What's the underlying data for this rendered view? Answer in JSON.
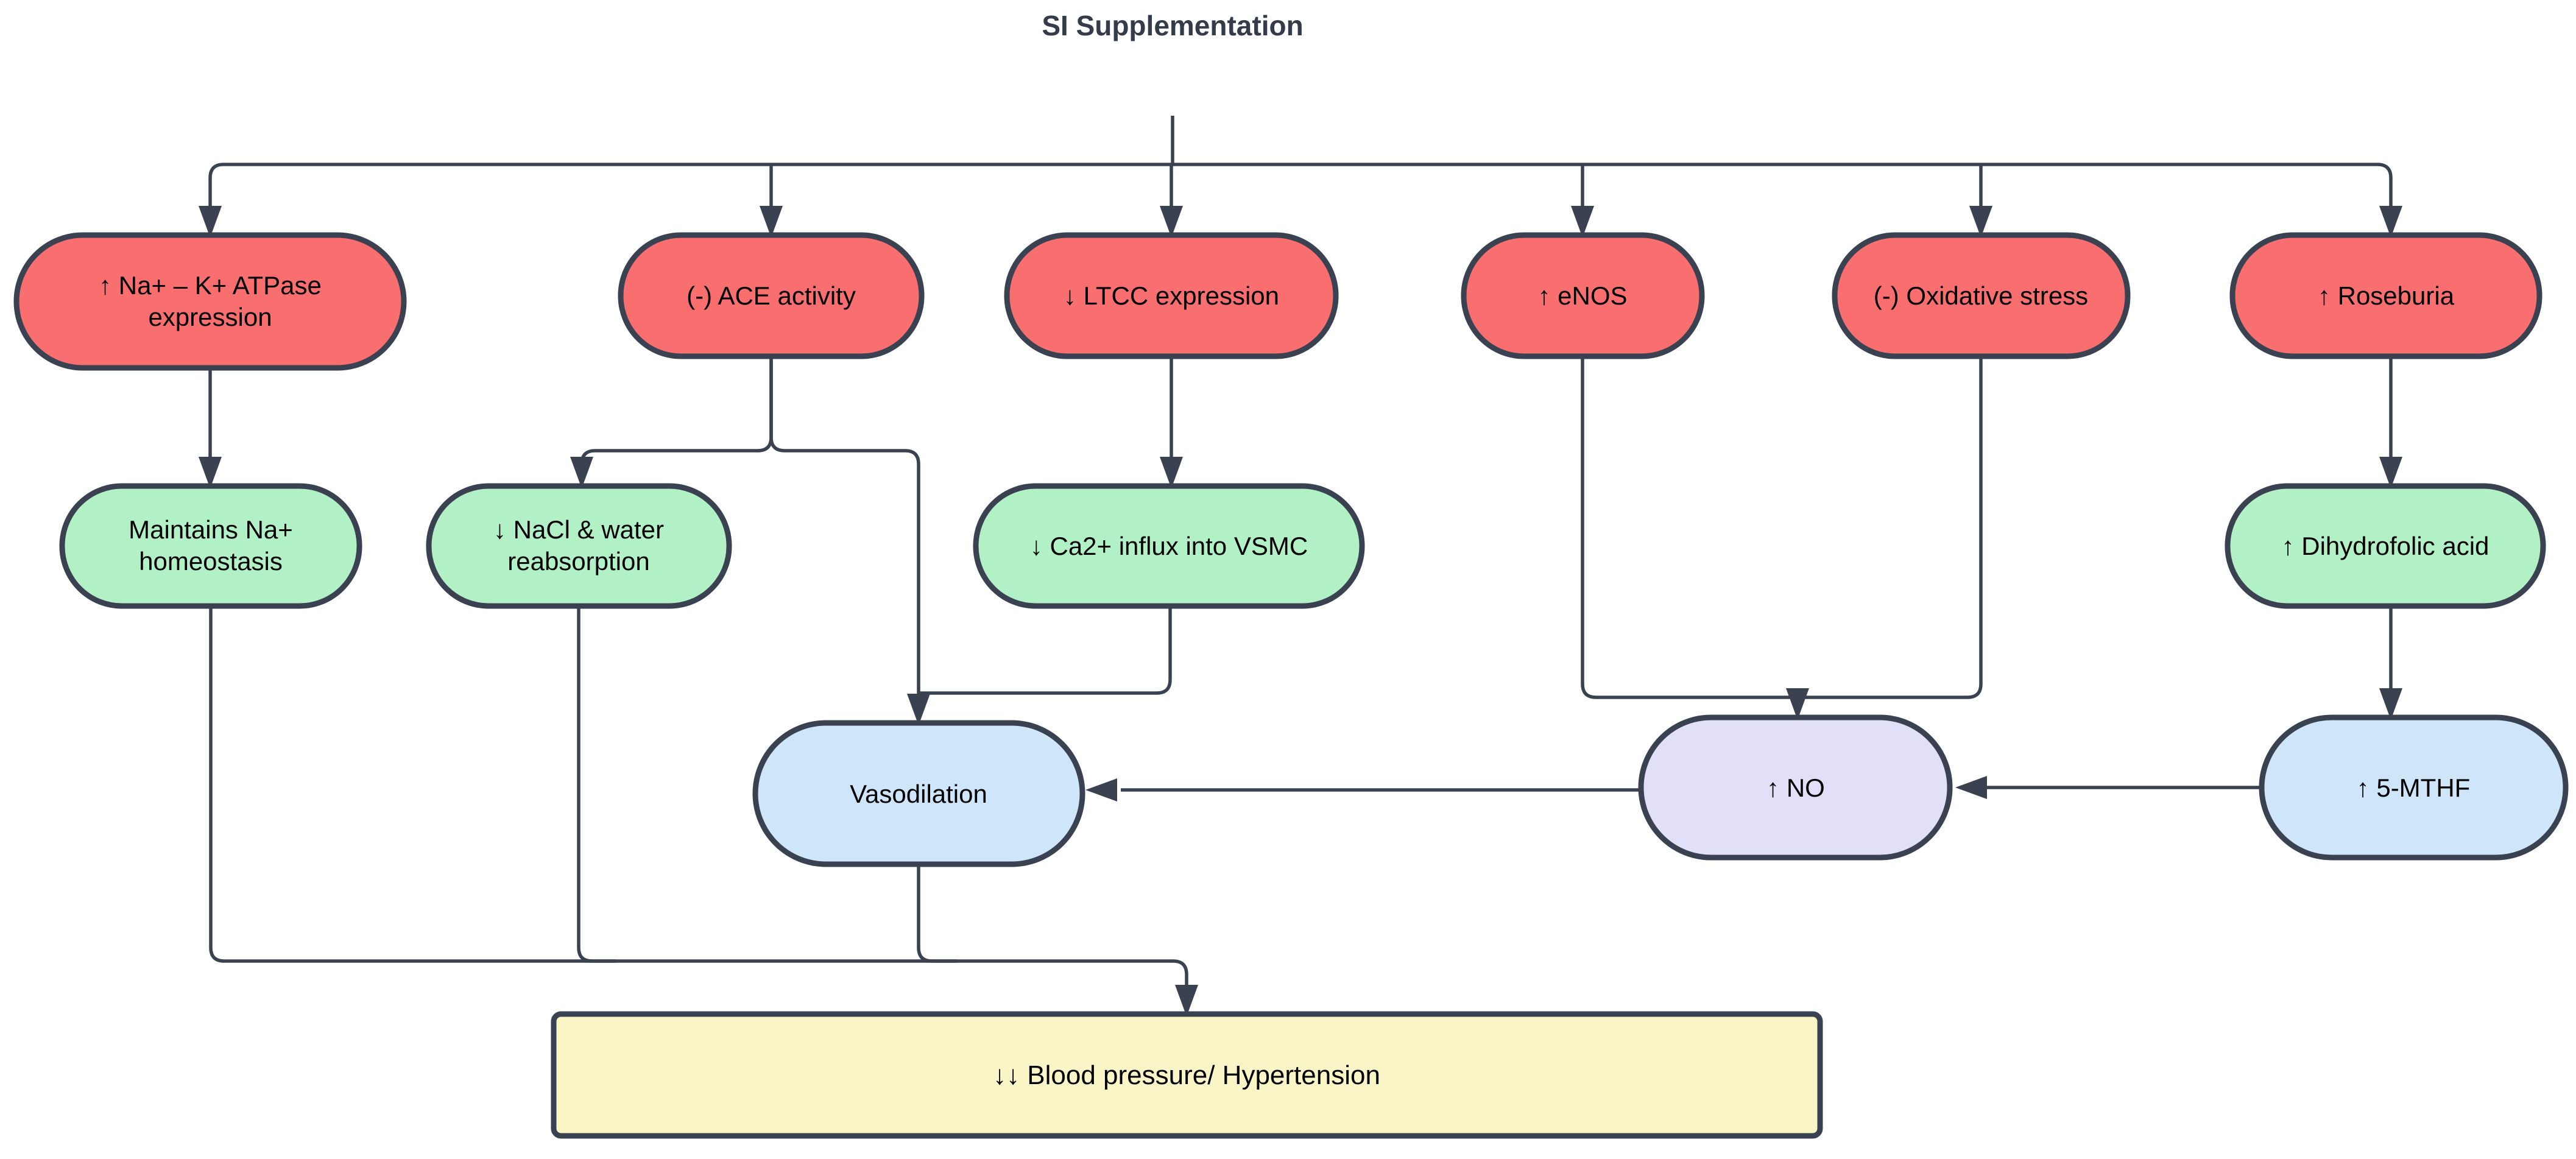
{
  "title": "SI Supplementation",
  "colors": {
    "background": "#ffffff",
    "stroke": "#3a4150",
    "title_text": "#343b4a",
    "label_text": "#000000",
    "node_red": "#f96e6e",
    "node_green": "#b2f1c6",
    "node_blue": "#cfe6fa",
    "node_lavender": "#e2dff8",
    "node_yellow": "#f9f5c6"
  },
  "nodes": {
    "na_k_atpase": {
      "line1": "↑ Na+ – K+ ATPase",
      "line2": "expression"
    },
    "ace": {
      "label": "(-) ACE activity"
    },
    "ltcc": {
      "label": "↓ LTCC expression"
    },
    "enos": {
      "label": "↑ eNOS"
    },
    "oxidative": {
      "label": "(-) Oxidative stress"
    },
    "roseburia": {
      "label": "↑ Roseburia"
    },
    "na_homeostasis": {
      "line1": "Maintains Na+",
      "line2": "homeostasis"
    },
    "nacl_water": {
      "line1": "↓ NaCl & water",
      "line2": "reabsorption"
    },
    "ca_influx": {
      "label": "↓ Ca2+ influx into VSMC"
    },
    "dihydrofolic": {
      "label": "↑ Dihydrofolic acid"
    },
    "vasodilation": {
      "label": "Vasodilation"
    },
    "no": {
      "label": "↑ NO"
    },
    "mthf": {
      "label": "↑ 5-MTHF"
    },
    "blood_pressure": {
      "label": "↓↓ Blood pressure/ Hypertension"
    }
  }
}
